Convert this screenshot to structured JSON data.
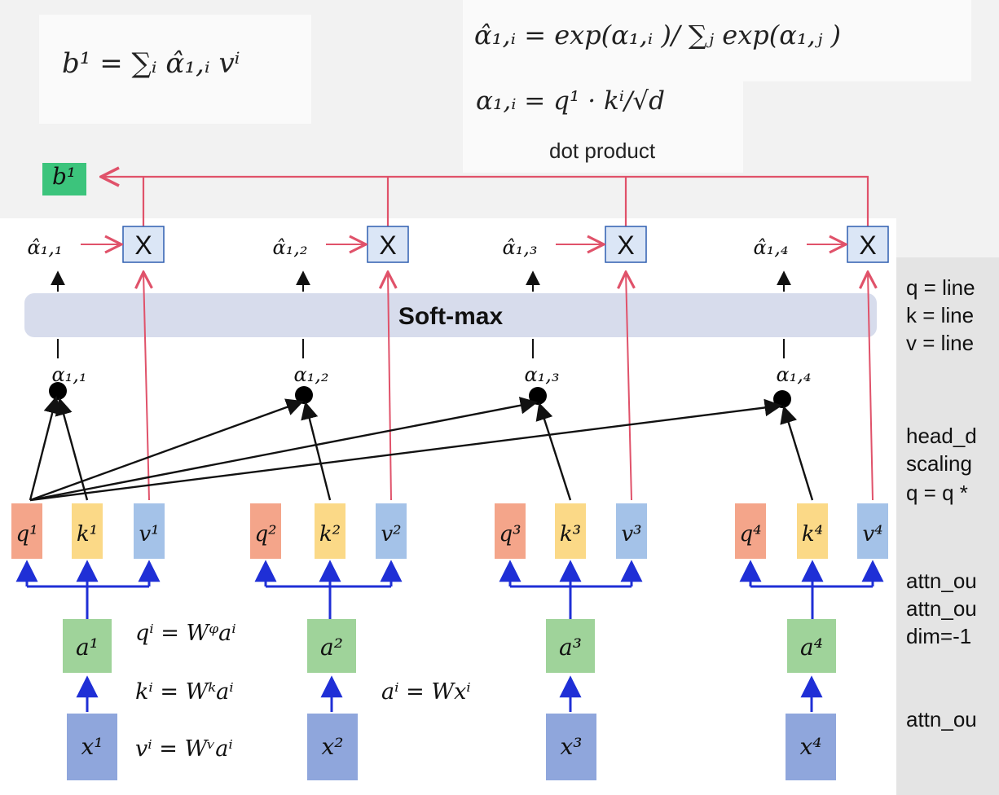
{
  "formulas": {
    "b1": "b¹ = ∑ᵢ α̂₁,ᵢ vⁱ",
    "softmax": "α̂₁,ᵢ = exp(α₁,ᵢ )/ ∑ⱼ exp(α₁,ⱼ )",
    "score": "α₁,ᵢ = q¹ · kⁱ/√d",
    "dot_product": "dot product",
    "q_def": "qⁱ = Wᵠaⁱ",
    "k_def": "kⁱ = Wᵏaⁱ",
    "v_def": "vⁱ = Wᵛaⁱ",
    "a_def": "aⁱ = Wxⁱ"
  },
  "output_label": "b¹",
  "softmax_label": "Soft-max",
  "multiply_symbol": "X",
  "alpha_hat": [
    "α̂₁,₁",
    "α̂₁,₂",
    "α̂₁,₃",
    "α̂₁,₄"
  ],
  "alpha": [
    "α₁,₁",
    "α₁,₂",
    "α₁,₃",
    "α₁,₄"
  ],
  "tokens": [
    {
      "q": "q¹",
      "k": "k¹",
      "v": "v¹",
      "a": "a¹",
      "x": "x¹"
    },
    {
      "q": "q²",
      "k": "k²",
      "v": "v²",
      "a": "a²",
      "x": "x²"
    },
    {
      "q": "q³",
      "k": "k³",
      "v": "v³",
      "a": "a³",
      "x": "x³"
    },
    {
      "q": "q⁴",
      "k": "k⁴",
      "v": "v⁴",
      "a": "a⁴",
      "x": "x⁴"
    }
  ],
  "code_lines": [
    "q = line",
    "k = line",
    "v = line",
    "head_d",
    "scaling",
    "q = q *",
    "attn_ou",
    "attn_ou",
    "dim=-1",
    "attn_ou"
  ],
  "colors": {
    "q": "#f4a58a",
    "k": "#fbd987",
    "v": "#a4c2e8",
    "a": "#9fd39a",
    "x": "#8fa6dc",
    "output_badge": "#3cc47c",
    "red_line": "#e0526a",
    "blue_line": "#1f2fd6",
    "softmax_bar": "#d7dcec"
  }
}
